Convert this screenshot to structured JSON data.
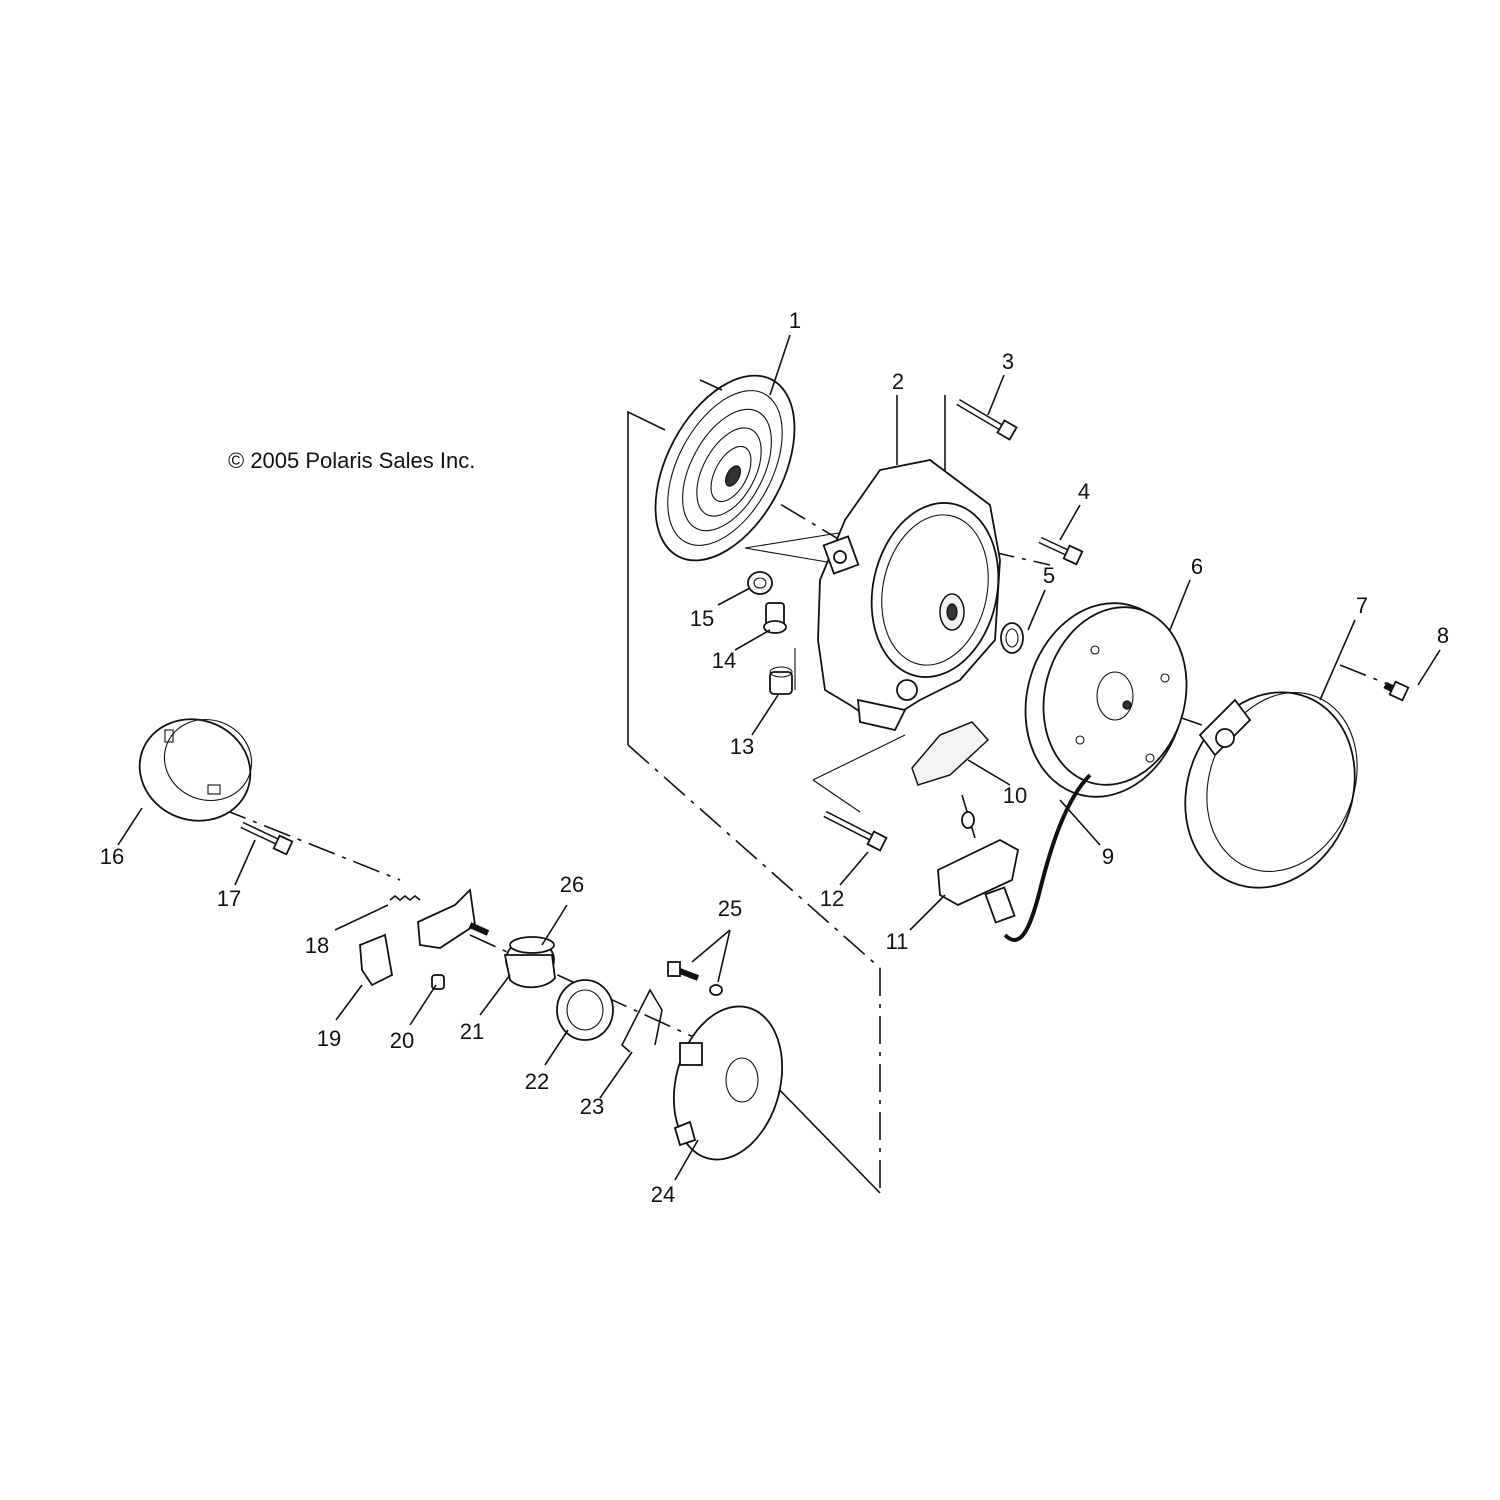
{
  "copyright": "© 2005 Polaris Sales Inc.",
  "callouts": [
    "1",
    "2",
    "3",
    "4",
    "5",
    "6",
    "7",
    "8",
    "9",
    "10",
    "11",
    "12",
    "13",
    "14",
    "15",
    "16",
    "17",
    "18",
    "19",
    "20",
    "21",
    "22",
    "23",
    "24",
    "25",
    "26"
  ]
}
